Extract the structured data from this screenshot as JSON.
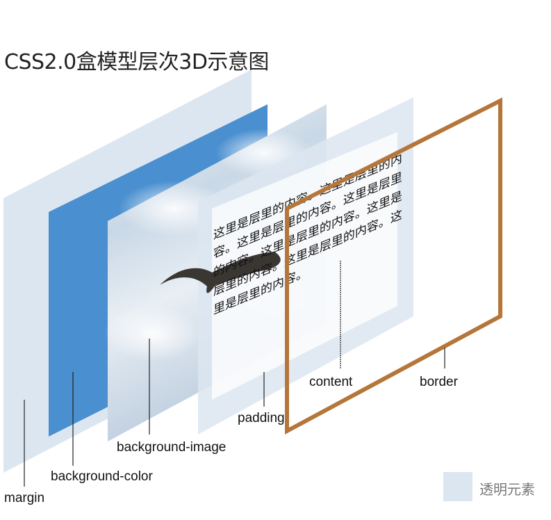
{
  "title": "CSS2.0盒模型层次3D示意图",
  "content_lines": [
    "这里是层里的内容。这里是层里的内",
    "容。这里是层里的内容。这里是层里",
    "的内容。这里是层里的内容。这里是",
    "层里的内容。这里是层里的内容。这",
    "里是层里的内容。"
  ],
  "labels": {
    "margin": "margin",
    "background_color": "background-color",
    "background_image": "background-image",
    "padding": "padding",
    "content": "content",
    "border": "border"
  },
  "legend": {
    "label": "透明元素",
    "color": "#dce6f1"
  },
  "colors": {
    "margin": "#dce6f1",
    "background_color": "#4a8fcf",
    "padding": "#dce6f1",
    "border": "#b5763a"
  }
}
